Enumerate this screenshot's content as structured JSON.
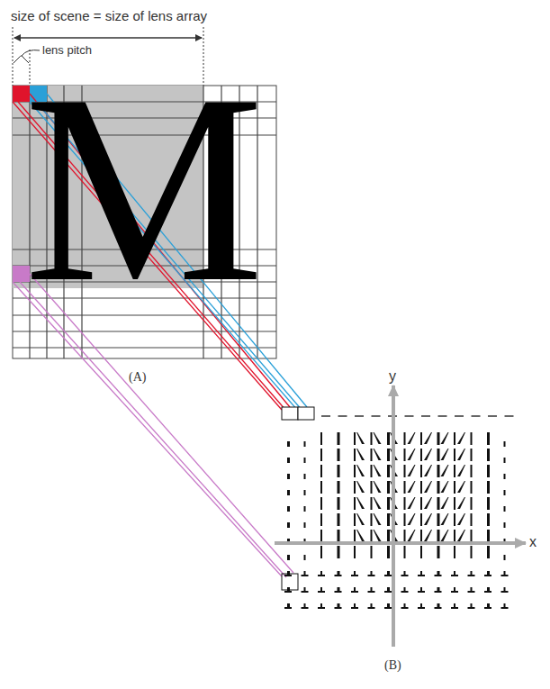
{
  "diagram": {
    "labels": [
      "size of scene = size of lens array",
      "lens pitch",
      "M",
      "(A)",
      "y",
      "x",
      "(B)"
    ]
  }
}
